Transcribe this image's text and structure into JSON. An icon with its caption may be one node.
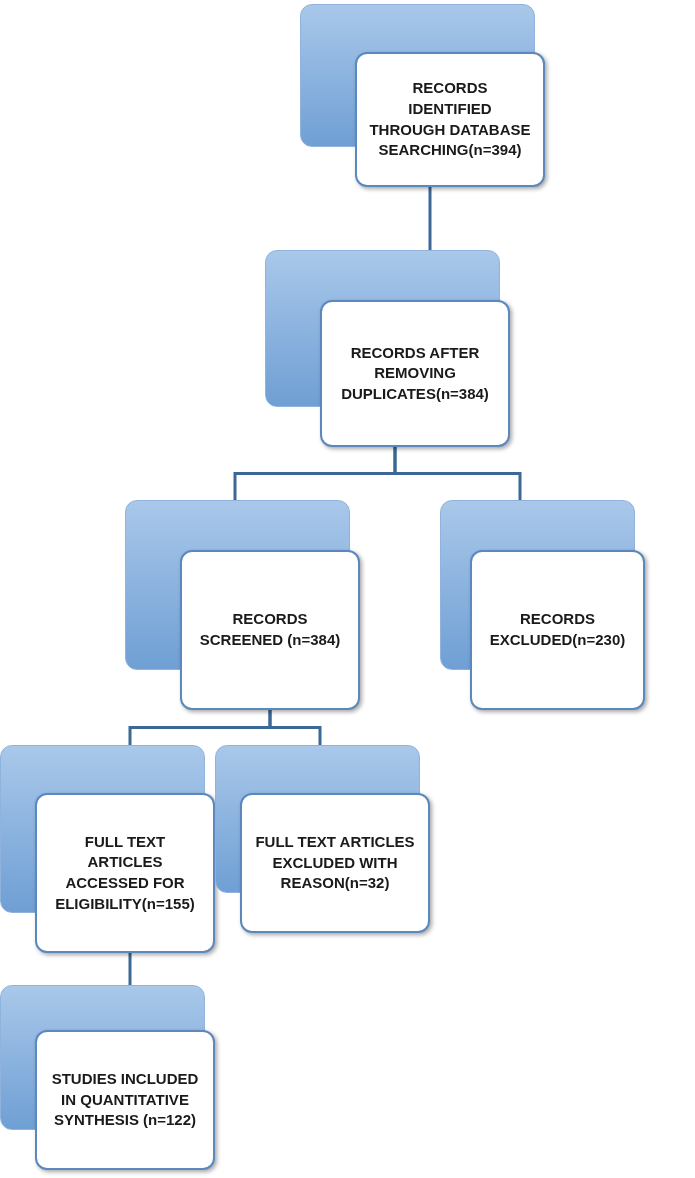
{
  "diagram": {
    "nodes": [
      {
        "text": [
          "RECORDS IDENTIFIED THROUGH DATABASE SEARCHING(n=394)"
        ]
      },
      {
        "text": [
          "RECORDS AFTER REMOVING DUPLICATES(n=384)"
        ]
      },
      {
        "text": [
          "RECORDS SCREENED (n=384)"
        ]
      },
      {
        "text": [
          "RECORDS EXCLUDED(n=230)"
        ]
      },
      {
        "text": [
          "FULL TEXT ARTICLES ACCESSED FOR ELIGIBILITY(n=155)"
        ]
      },
      {
        "text": [
          "FULL TEXT ARTICLES EXCLUDED WITH REASON(n=32)"
        ]
      },
      {
        "text": [
          "STUDIES INCLUDED IN QUANTITATIVE SYNTHESIS (n=122)"
        ]
      }
    ],
    "edges": [
      {
        "from": 0,
        "to": 1,
        "arrow": "none"
      },
      {
        "from": 1,
        "to": 2,
        "arrow": "none"
      },
      {
        "from": 1,
        "to": 3,
        "arrow": "none"
      },
      {
        "from": 2,
        "to": 4,
        "arrow": "none"
      },
      {
        "from": 2,
        "to": 5,
        "arrow": "none"
      },
      {
        "from": 4,
        "to": 6,
        "arrow": "none"
      }
    ]
  }
}
